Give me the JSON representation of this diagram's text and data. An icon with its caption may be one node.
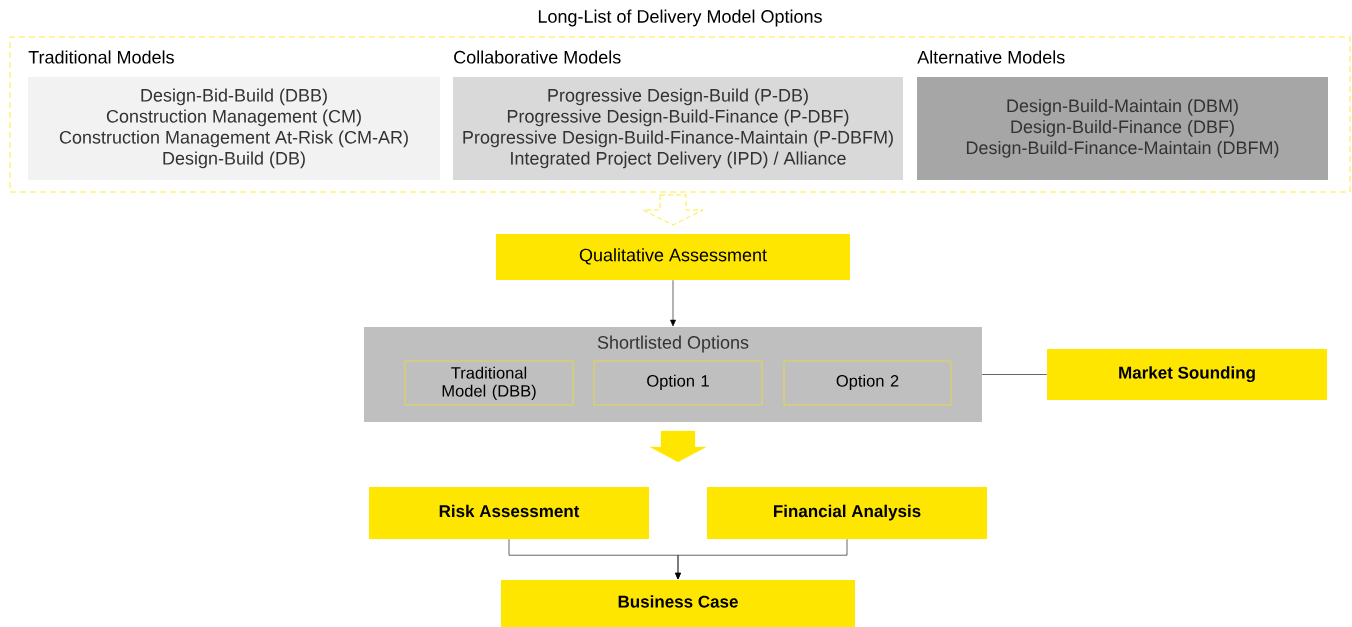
{
  "diagram": {
    "nodes": [
      {
        "text": [
          "Long-List of Delivery Model Options"
        ]
      },
      {
        "text": [
          "Traditional Models",
          "Design-Bid-Build (DBB)",
          "Construction Management (CM)",
          "Construction Management At-Risk (CM-AR)",
          "Design-Build (DB)"
        ],
        "in": 0
      },
      {
        "text": [
          "Collaborative Models",
          "Progressive Design-Build (P-DB)",
          "Progressive Design-Build-Finance (P-DBF)",
          "Progressive Design-Build-Finance-Maintain (P-DBFM)",
          "Integrated Project Delivery (IPD) / Alliance"
        ],
        "in": 0
      },
      {
        "text": [
          "Alternative Models",
          "Design-Build-Maintain (DBM)",
          "Design-Build-Finance (DBF)",
          "Design-Build-Finance-Maintain (DBFM)"
        ],
        "in": 0
      },
      {
        "text": [
          "Qualitative Assessment"
        ]
      },
      {
        "text": [
          "Shortlisted Options"
        ]
      },
      {
        "text": [
          "Traditional Model (DBB)"
        ],
        "in": 5
      },
      {
        "text": [
          "Option 1"
        ],
        "in": 5
      },
      {
        "text": [
          "Option 2"
        ],
        "in": 5
      },
      {
        "text": [
          "Market Sounding"
        ]
      },
      {
        "text": [
          "Risk Assessment"
        ]
      },
      {
        "text": [
          "Financial Analysis"
        ]
      },
      {
        "text": [
          "Business Case"
        ]
      }
    ],
    "edges": [
      {
        "from": 0,
        "to": 4,
        "arrow": "to",
        "style": "dashed",
        "color": "#ffe600"
      },
      {
        "from": 4,
        "to": 5,
        "arrow": "to"
      },
      {
        "from": 5,
        "to": 9,
        "arrow": "none"
      },
      {
        "from": 5,
        "to": 10,
        "arrow": "to",
        "style": "thick",
        "color": "#ffe600"
      },
      {
        "from": 5,
        "to": 11,
        "arrow": "to",
        "style": "thick",
        "color": "#ffe600"
      },
      {
        "from": 10,
        "to": 12,
        "arrow": "to"
      },
      {
        "from": 11,
        "to": 12,
        "arrow": "to"
      }
    ]
  }
}
